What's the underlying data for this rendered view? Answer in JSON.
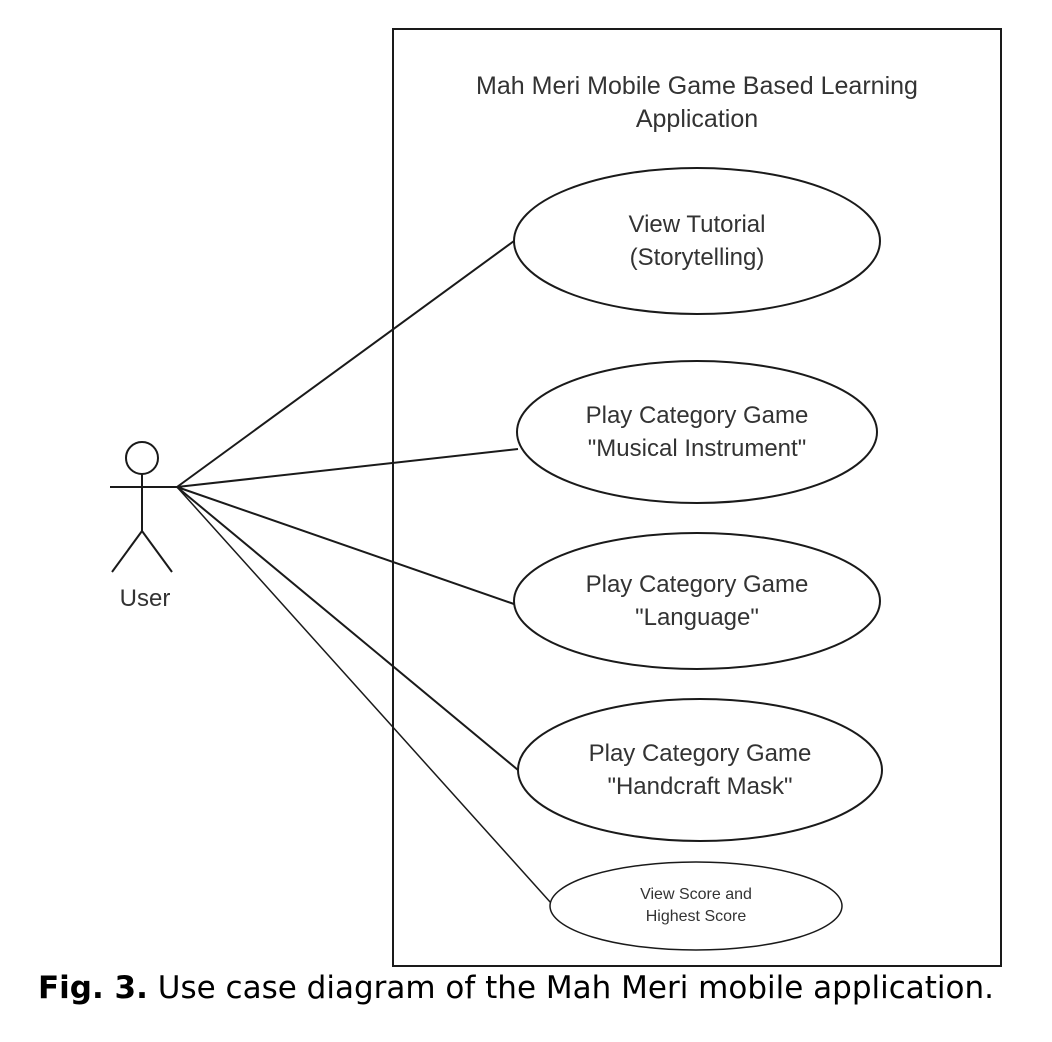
{
  "system": {
    "title_line1": "Mah Meri Mobile Game Based Learning",
    "title_line2": "Application"
  },
  "actor": {
    "label": "User"
  },
  "use_cases": [
    {
      "line1": "View Tutorial",
      "line2": "(Storytelling)"
    },
    {
      "line1": "Play Category Game",
      "line2": "\"Musical Instrument\""
    },
    {
      "line1": "Play Category Game",
      "line2": "\"Language\""
    },
    {
      "line1": "Play Category Game",
      "line2": "\"Handcraft Mask\""
    },
    {
      "line1": "View Score and",
      "line2": "Highest Score"
    }
  ],
  "caption": {
    "label": "Fig. 3.",
    "text": " Use case diagram of the Mah Meri mobile application."
  },
  "colors": {
    "stroke": "#1a1a1a",
    "text": "#333333"
  }
}
